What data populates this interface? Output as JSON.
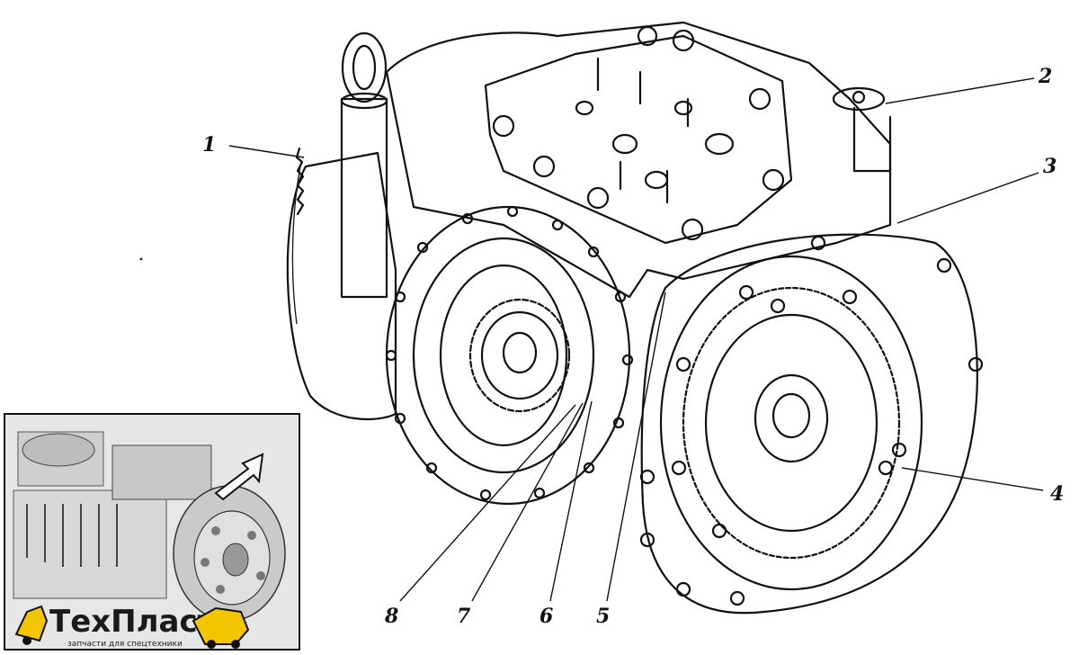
{
  "callouts": {
    "c1": "1",
    "c2": "2",
    "c3": "3",
    "c4": "4",
    "c5": "5",
    "c6": "6",
    "c7": "7",
    "c8": "8"
  },
  "logo": {
    "brand": "ТехПласт",
    "tagline": "запчасти для спецтехники"
  },
  "colors": {
    "ink": "#111111",
    "brand_yellow": "#f2c500"
  }
}
